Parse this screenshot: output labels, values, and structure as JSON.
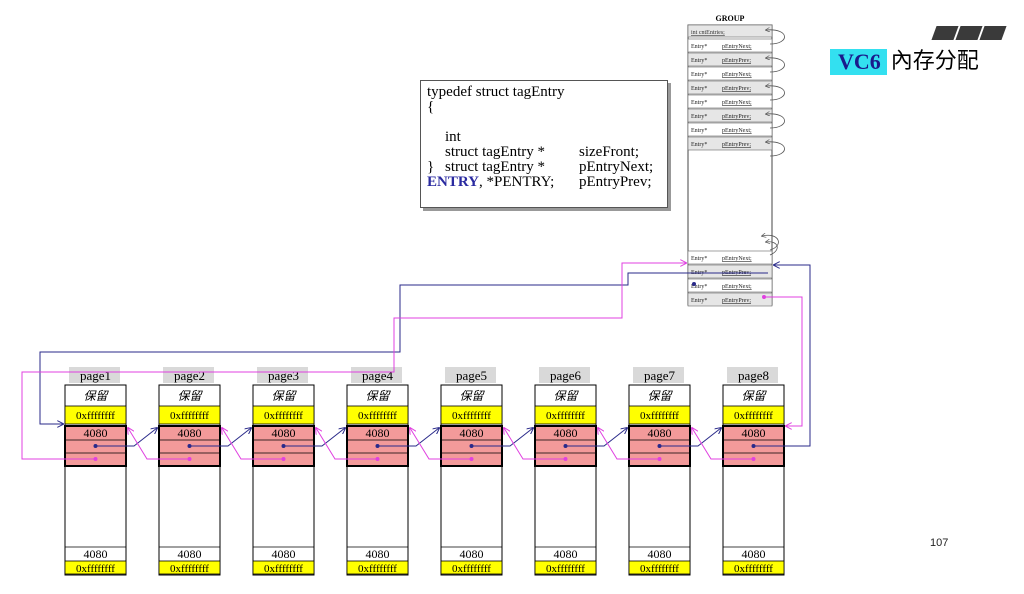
{
  "header": {
    "badge": "VC6",
    "title": "內存分配"
  },
  "code": {
    "line1": "typedef struct tagEntry",
    "line2": "{",
    "line3a": "int",
    "line3b": "sizeFront;",
    "line4a": "struct tagEntry *",
    "line4b": "pEntryNext;",
    "line5a": "struct tagEntry *",
    "line5b": "pEntryPrev;",
    "line6": "}",
    "line7_kw": "ENTRY",
    "line7_rest": ", *PENTRY;"
  },
  "group": {
    "title": "GROUP",
    "first_row": "int  cntEntries;",
    "rows": [
      {
        "type": "Entry*",
        "field": "pEntryNext;"
      },
      {
        "type": "Entry*",
        "field": "pEntryPrev;"
      },
      {
        "type": "Entry*",
        "field": "pEntryNext;"
      },
      {
        "type": "Entry*",
        "field": "pEntryPrev;"
      },
      {
        "type": "Entry*",
        "field": "pEntryNext;"
      },
      {
        "type": "Entry*",
        "field": "pEntryPrev;"
      },
      {
        "type": "Entry*",
        "field": "pEntryNext;"
      },
      {
        "type": "Entry*",
        "field": "pEntryPrev;"
      }
    ],
    "bottom_rows": [
      {
        "type": "Entry*",
        "field": "pEntryNext;"
      },
      {
        "type": "Entry*",
        "field": "pEntryPrev;"
      },
      {
        "type": "Entry*",
        "field": "pEntryNext;"
      },
      {
        "type": "Entry*",
        "field": "pEntryPrev;"
      }
    ]
  },
  "pages": [
    {
      "label": "page1",
      "reserved": "保留",
      "hex_top": "0xffffffff",
      "size_top": "4080",
      "size_bottom": "4080",
      "hex_bottom": "0xffffffff"
    },
    {
      "label": "page2",
      "reserved": "保留",
      "hex_top": "0xffffffff",
      "size_top": "4080",
      "size_bottom": "4080",
      "hex_bottom": "0xffffffff"
    },
    {
      "label": "page3",
      "reserved": "保留",
      "hex_top": "0xffffffff",
      "size_top": "4080",
      "size_bottom": "4080",
      "hex_bottom": "0xffffffff"
    },
    {
      "label": "page4",
      "reserved": "保留",
      "hex_top": "0xffffffff",
      "size_top": "4080",
      "size_bottom": "4080",
      "hex_bottom": "0xffffffff"
    },
    {
      "label": "page5",
      "reserved": "保留",
      "hex_top": "0xffffffff",
      "size_top": "4080",
      "size_bottom": "4080",
      "hex_bottom": "0xffffffff"
    },
    {
      "label": "page6",
      "reserved": "保留",
      "hex_top": "0xffffffff",
      "size_top": "4080",
      "size_bottom": "4080",
      "hex_bottom": "0xffffffff"
    },
    {
      "label": "page7",
      "reserved": "保留",
      "hex_top": "0xffffffff",
      "size_top": "4080",
      "size_bottom": "4080",
      "hex_bottom": "0xffffffff"
    },
    {
      "label": "page8",
      "reserved": "保留",
      "hex_top": "0xffffffff",
      "size_top": "4080",
      "size_bottom": "4080",
      "hex_bottom": "0xffffffff"
    }
  ],
  "slide_number": "107",
  "colors": {
    "next_link": "#2a2a8a",
    "prev_link": "#e040e0",
    "entry_fill": "#f39a9a",
    "hex_fill": "#ffff00",
    "label_fill": "#d9d9d9",
    "group_row_fill": "#e6e6e6",
    "title_badge": "#33e0f0"
  }
}
